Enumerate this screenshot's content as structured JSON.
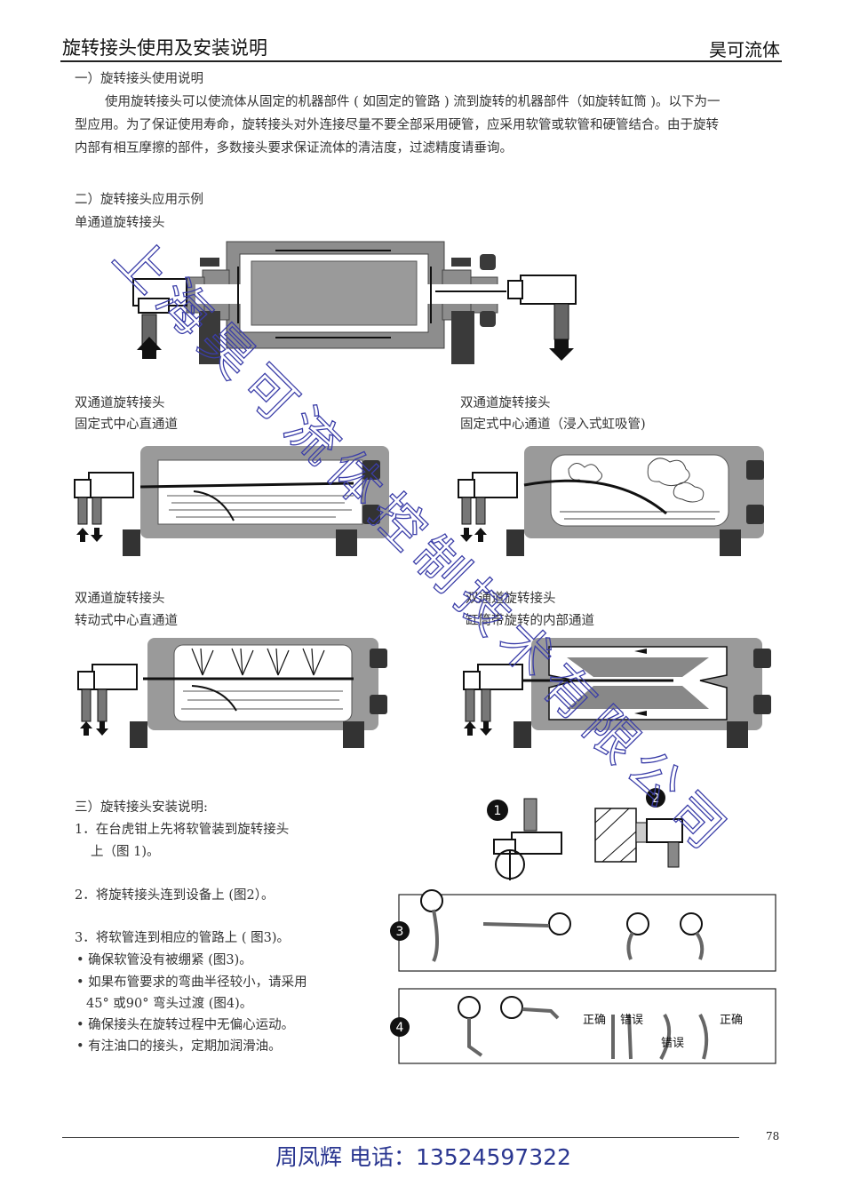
{
  "header": {
    "title": "旋转接头使用及安装说明",
    "brand": "昊可流体"
  },
  "section1": {
    "heading": "一）旋转接头使用说明",
    "lines": [
      "使用旋转接头可以使流体从固定的机器部件 ( 如固定的管路 ) 流到旋转的机器部件（如旋转缸筒 )。以下为一",
      "型应用。为了保证使用寿命，旋转接头对外连接尽量不要全部采用硬管，应采用软管或软管和硬管结合。由于旋转",
      "内部有相互摩擦的部件，多数接头要求保证流体的清洁度，过滤精度请垂询。"
    ]
  },
  "section2": {
    "heading": "二）旋转接头应用示例",
    "single": "单通道旋转接头",
    "fig_a": {
      "line1": "双通道旋转接头",
      "line2": "固定式中心直通道"
    },
    "fig_b": {
      "line1": "双通道旋转接头",
      "line2": "固定式中心通道（浸入式虹吸管)"
    },
    "fig_c": {
      "line1": "双通道旋转接头",
      "line2": "转动式中心直通道"
    },
    "fig_d": {
      "line1": "双通道旋转接头",
      "line2": "缸筒带旋转的内部通道"
    }
  },
  "section3": {
    "heading": "三）旋转接头安装说明:",
    "step1a": "1．在台虎钳上先将软管装到旋转接头",
    "step1b": "上（图 1)。",
    "step2": "2．将旋转接头连到设备上 (图2）。",
    "step3": "3．将软管连到相应的管路上 ( 图3)。",
    "bullets": [
      "• 确保软管没有被绷紧 (图3)。",
      "• 如果布管要求的弯曲半径较小，请采用",
      "45° 或90° 弯头过渡 (图4)。",
      "• 确保接头在旋转过程中无偏心运动。",
      "• 有注油口的接头，定期加润滑油。"
    ],
    "badges": {
      "b1": "1",
      "b2": "2",
      "b3": "3",
      "b4": "4"
    },
    "fig4_labels": {
      "correct1": "正确",
      "wrong1": "错误",
      "wrong2": "错误",
      "correct2": "正确"
    }
  },
  "watermark": "上海昊可流体控制技术有限公司",
  "footer": {
    "page_number": "78",
    "contact": "周凤辉   电话：13524597322"
  },
  "colors": {
    "watermark": "#3b3ea8",
    "contact": "#2a3690",
    "body_gray": "#8d8d8d",
    "dark": "#4a4a4a"
  }
}
